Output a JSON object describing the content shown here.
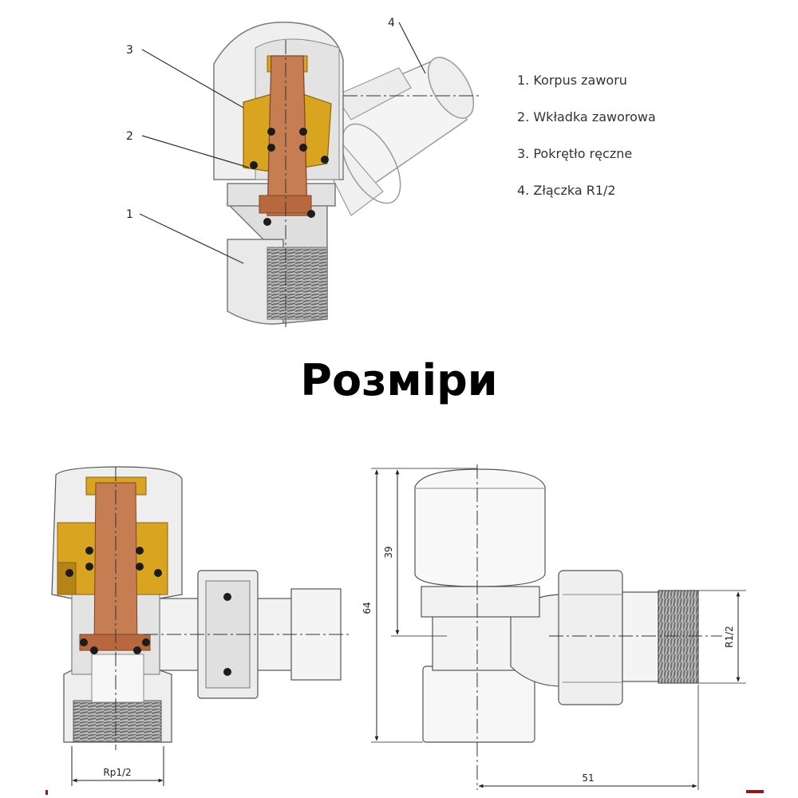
{
  "colors": {
    "body": "#e6e6e6",
    "body_shade": "#cfcfcf",
    "outline": "#4a4a4a",
    "brass": "#d9a520",
    "brass_dark": "#a97a12",
    "stem": "#c77d52",
    "stem_dark": "#8e4f2c",
    "thread": "#8c8c8c",
    "seal": "#1c1c1c",
    "marker": "#8b1a1a"
  },
  "callouts": [
    "1",
    "2",
    "3",
    "4"
  ],
  "legend": [
    "1. Korpus zaworu",
    "2. Wkładka zaworowa",
    "3. Pokrętło ręczne",
    "4. Złączka R1/2"
  ],
  "title": "Розміри",
  "dimensions": {
    "left_bottom": "Rp1/2",
    "height_total": "64",
    "height_cap": "39",
    "width": "51",
    "thread_right": "R1/2"
  }
}
